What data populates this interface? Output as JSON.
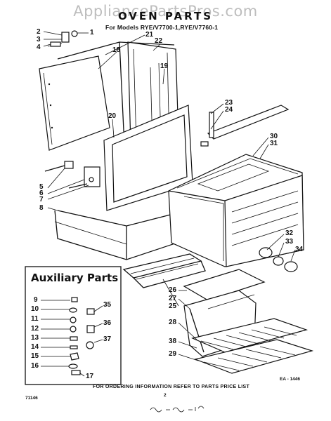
{
  "watermark": "AppliancePartsPros.com",
  "title": "OVEN PARTS",
  "models": "For Models RYE/V7700-1,RYE/V7760-1",
  "auxiliary_title": "Auxiliary Parts",
  "footer_note": "FOR ORDERING INFORMATION REFER TO PARTS PRICE LIST",
  "page_number": "2",
  "left_code": "71146",
  "right_code": "EA - 1446",
  "handwritten_note": "86-6-10",
  "callouts": [
    "1",
    "2",
    "3",
    "4",
    "5",
    "6",
    "7",
    "8",
    "9",
    "10",
    "11",
    "12",
    "13",
    "14",
    "15",
    "16",
    "17",
    "18",
    "19",
    "20",
    "21",
    "22",
    "23",
    "24",
    "25",
    "26",
    "27",
    "28",
    "29",
    "30",
    "31",
    "32",
    "33",
    "34",
    "35",
    "36",
    "37",
    "38"
  ]
}
